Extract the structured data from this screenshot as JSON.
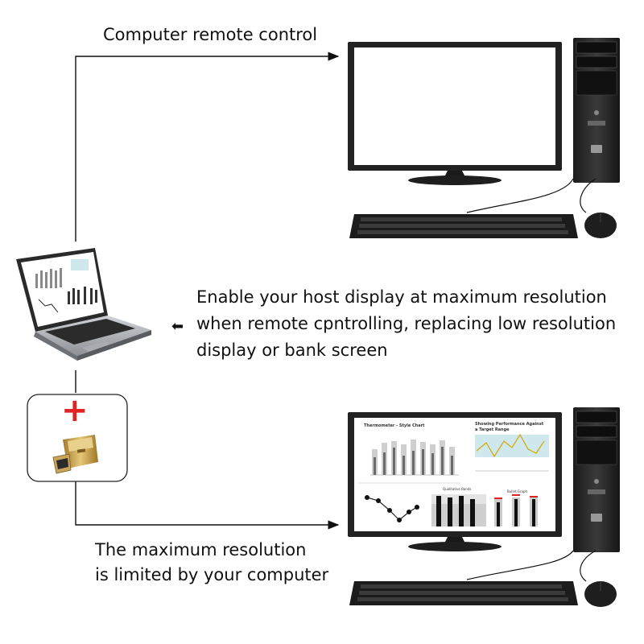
{
  "captions": {
    "top": "Computer remote control",
    "middle": [
      "Enable your host display at maximum resolution",
      "when remote cpntrolling, replacing low resolution",
      "display or bank screen"
    ],
    "bottom": [
      "The maximum resolution",
      "is limited by your computer"
    ]
  },
  "arrow_glyph": "⬅",
  "plus_glyph": "+",
  "screen_charts": {
    "thermometer_title": "Thermometer - Style Chart",
    "performance_title": "Showing Performance Against a Target Range",
    "qualitative_title": "Qualitative Bands",
    "bullet_title": "Bullet Graph"
  },
  "colors": {
    "accent_red": "#e02424",
    "connector_gold": "#c8a24a",
    "line": "#111111"
  }
}
